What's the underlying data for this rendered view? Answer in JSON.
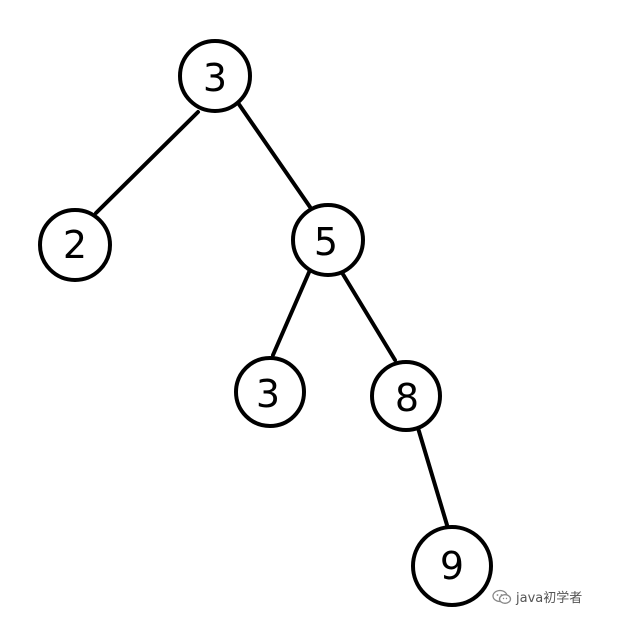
{
  "tree": {
    "nodes": [
      {
        "id": "root",
        "label": "3"
      },
      {
        "id": "left",
        "label": "2"
      },
      {
        "id": "right",
        "label": "5"
      },
      {
        "id": "right-left",
        "label": "3"
      },
      {
        "id": "right-right",
        "label": "8"
      },
      {
        "id": "right-right-right",
        "label": "9"
      }
    ],
    "edges": [
      {
        "from": "root",
        "to": "left"
      },
      {
        "from": "root",
        "to": "right"
      },
      {
        "from": "right",
        "to": "right-left"
      },
      {
        "from": "right",
        "to": "right-right"
      },
      {
        "from": "right-right",
        "to": "right-right-right"
      }
    ]
  },
  "watermark": {
    "text": "java初学者",
    "icon": "wechat-icon"
  }
}
